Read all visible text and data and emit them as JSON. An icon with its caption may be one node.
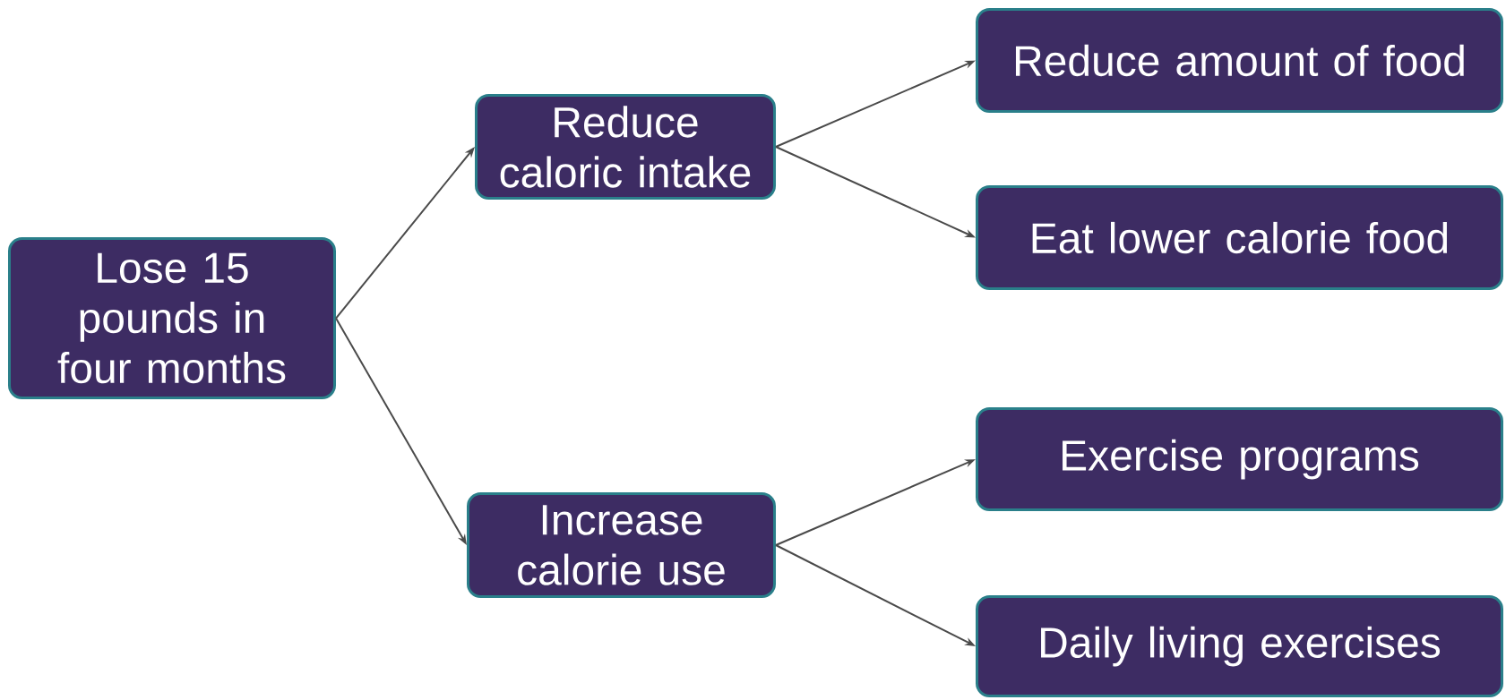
{
  "diagram": {
    "nodes": [
      {
        "text": [
          "Lose 15 pounds in four months"
        ]
      },
      {
        "text": [
          "Reduce caloric intake"
        ]
      },
      {
        "text": [
          "Increase calorie use"
        ]
      },
      {
        "text": [
          "Reduce amount of food"
        ]
      },
      {
        "text": [
          "Eat lower calorie food"
        ]
      },
      {
        "text": [
          "Exercise programs"
        ]
      },
      {
        "text": [
          "Daily living exercises"
        ]
      }
    ],
    "edges": [
      {
        "from": 0,
        "to": 1,
        "arrow": "to"
      },
      {
        "from": 0,
        "to": 2,
        "arrow": "to"
      },
      {
        "from": 1,
        "to": 3,
        "arrow": "to"
      },
      {
        "from": 1,
        "to": 4,
        "arrow": "to"
      },
      {
        "from": 2,
        "to": 5,
        "arrow": "to"
      },
      {
        "from": 2,
        "to": 6,
        "arrow": "to"
      }
    ]
  }
}
